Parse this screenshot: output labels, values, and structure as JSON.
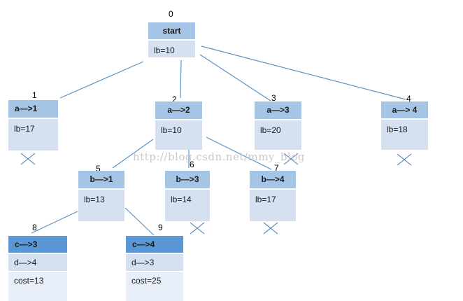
{
  "colors": {
    "edge": "#5b93c7",
    "header_light": "#a5c5e6",
    "header_dark": "#5b97d4",
    "body": "#d5e0f0",
    "body_pale": "#e8eef7",
    "cross": "#4a7fb7"
  },
  "nodes": [
    {
      "id": "n0",
      "number": "0",
      "header": "start",
      "rows": [
        "lb=10"
      ]
    },
    {
      "id": "n1",
      "number": "1",
      "header": "a—>1",
      "rows": [
        "lb=17"
      ]
    },
    {
      "id": "n2",
      "number": "2",
      "header": "a—>2",
      "rows": [
        "lb=10"
      ]
    },
    {
      "id": "n3",
      "number": "3",
      "header": "a—>3",
      "rows": [
        "lb=20"
      ]
    },
    {
      "id": "n4",
      "number": "4",
      "header": "a—> 4",
      "rows": [
        "lb=18"
      ]
    },
    {
      "id": "n5",
      "number": "5",
      "header": "b—>1",
      "rows": [
        "lb=13"
      ]
    },
    {
      "id": "n6",
      "number": "6",
      "header": "b—>3",
      "rows": [
        "lb=14"
      ]
    },
    {
      "id": "n7",
      "number": "7",
      "header": "b—>4",
      "rows": [
        "lb=17"
      ]
    },
    {
      "id": "n8",
      "number": "8",
      "header": "c—>3",
      "rows": [
        "d—>4",
        "cost=13"
      ]
    },
    {
      "id": "n9",
      "number": "9",
      "header": "c—>4",
      "rows": [
        "d—>3",
        "cost=25"
      ]
    }
  ],
  "edges": [
    {
      "from": "n0",
      "to": "n1"
    },
    {
      "from": "n0",
      "to": "n2"
    },
    {
      "from": "n0",
      "to": "n3"
    },
    {
      "from": "n0",
      "to": "n4"
    },
    {
      "from": "n2",
      "to": "n5"
    },
    {
      "from": "n2",
      "to": "n6"
    },
    {
      "from": "n2",
      "to": "n7"
    },
    {
      "from": "n5",
      "to": "n8"
    },
    {
      "from": "n5",
      "to": "n9"
    }
  ],
  "pruned": [
    "n1",
    "n3",
    "n4",
    "n6",
    "n7"
  ],
  "watermark": "http://blog.csdn.net/mmy_blog"
}
